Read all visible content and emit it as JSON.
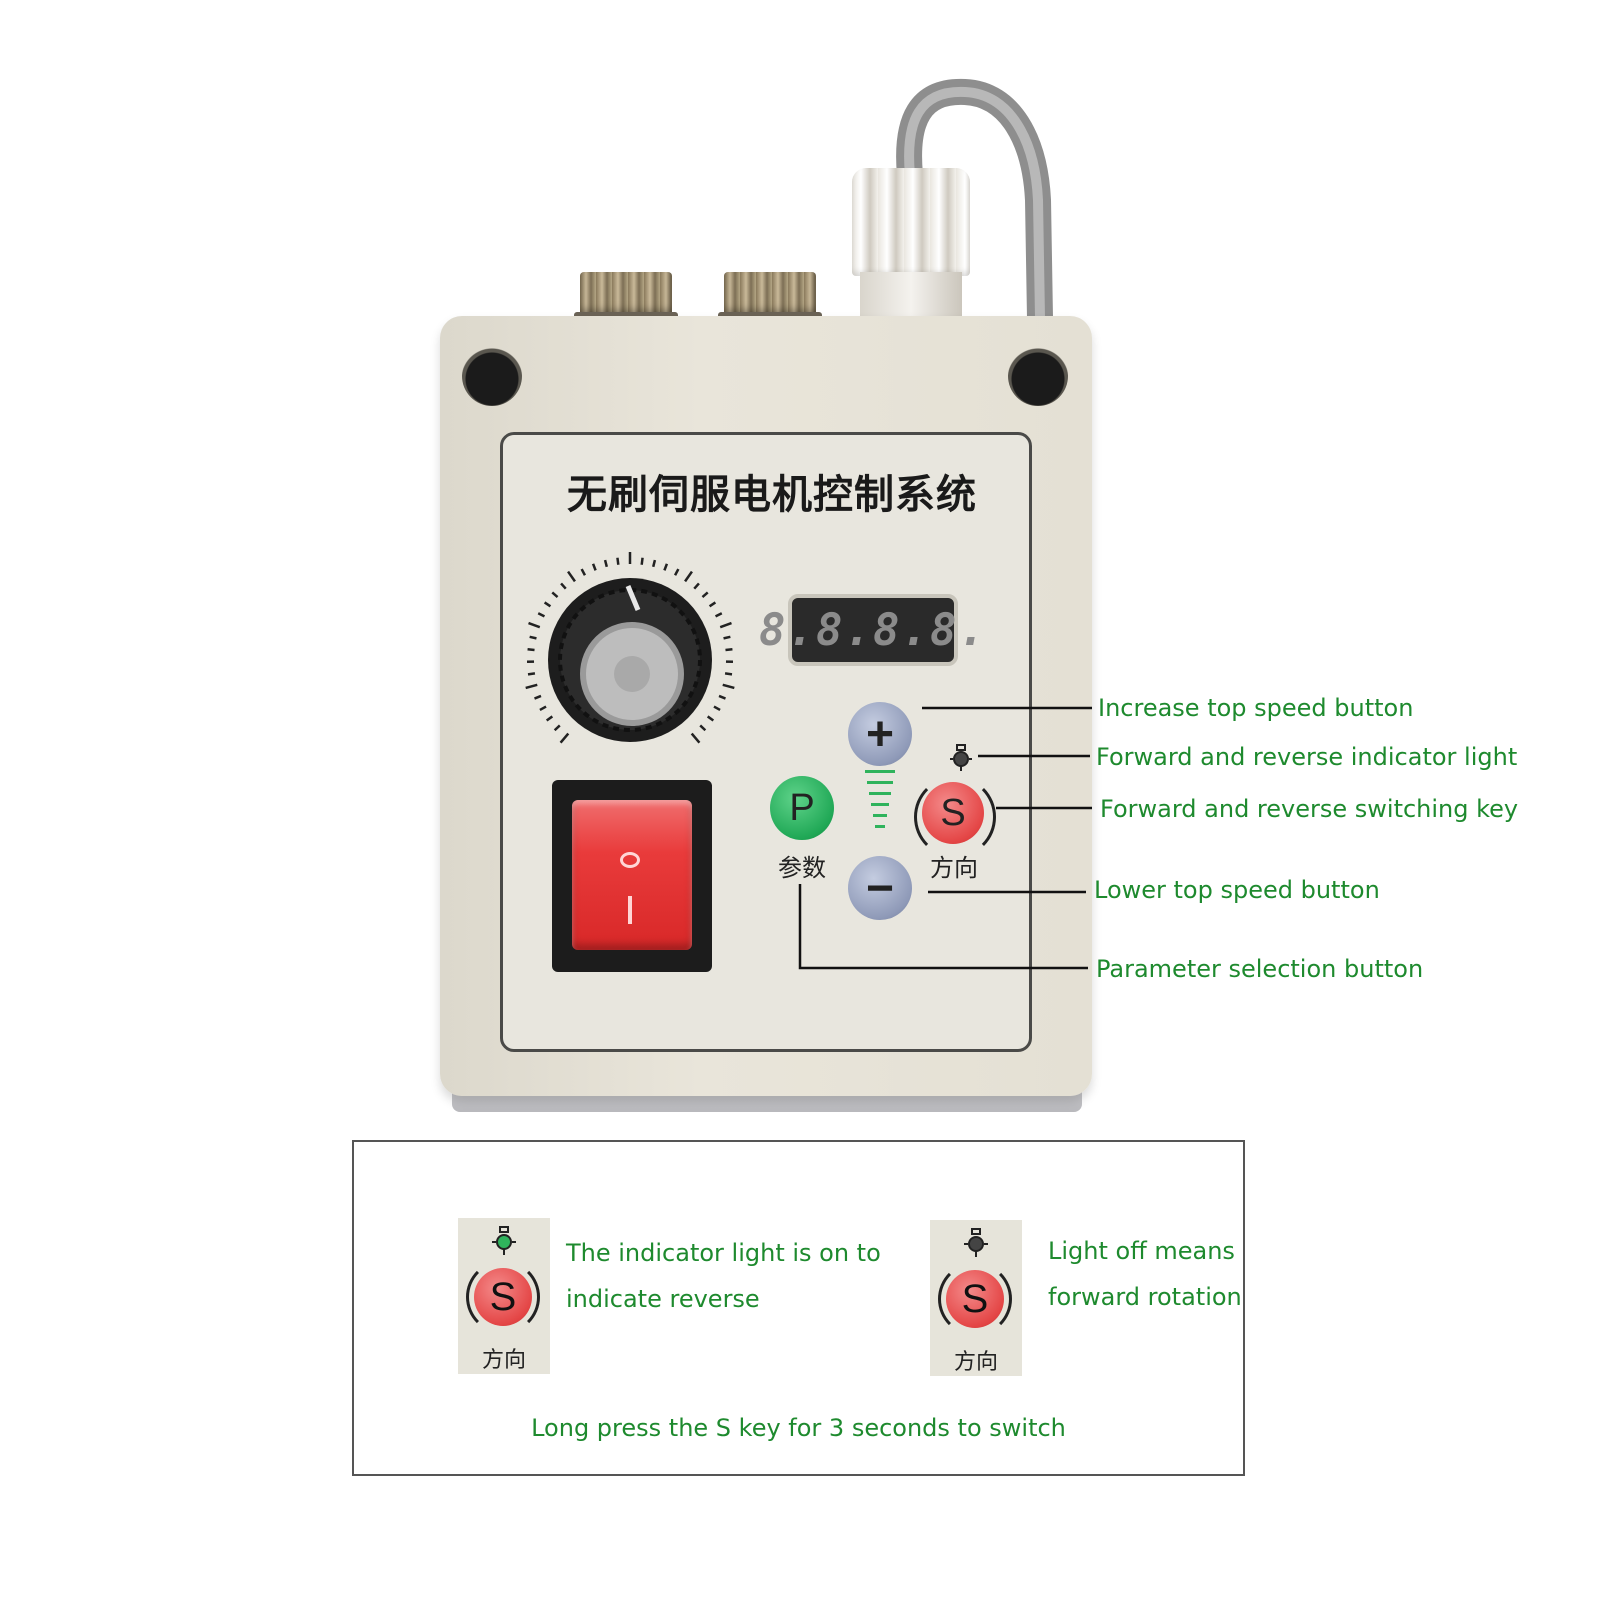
{
  "device": {
    "title_cn": "无刷伺服电机控制系统",
    "display_reading": "8.8.8.8.",
    "plus_symbol": "+",
    "minus_symbol": "−",
    "p_key": "P",
    "p_key_caption_cn": "参数",
    "s_key": "S",
    "s_key_caption_cn": "方向",
    "speed_level_bars": 6,
    "colors": {
      "enclosure": "#e4e0d4",
      "p_key": "#20a856",
      "s_key": "#e44646",
      "speed_keys": "#8f9ab8",
      "rocker": "#e93b3b",
      "callout_text": "#1e8a2e"
    }
  },
  "callouts": {
    "increase": "Increase top speed button",
    "indicator": "Forward and reverse indicator light",
    "switching": "Forward and reverse switching key",
    "lower": "Lower top speed button",
    "parameter": "Parameter selection button"
  },
  "info": {
    "left_key": "S",
    "left_caption_cn": "方向",
    "left_text_line1": "The indicator light is on to",
    "left_text_line2": "indicate reverse",
    "right_key": "S",
    "right_caption_cn": "方向",
    "right_text_line1": "Light off means",
    "right_text_line2": "forward rotation",
    "footer": "Long press the S key for 3 seconds to switch"
  }
}
